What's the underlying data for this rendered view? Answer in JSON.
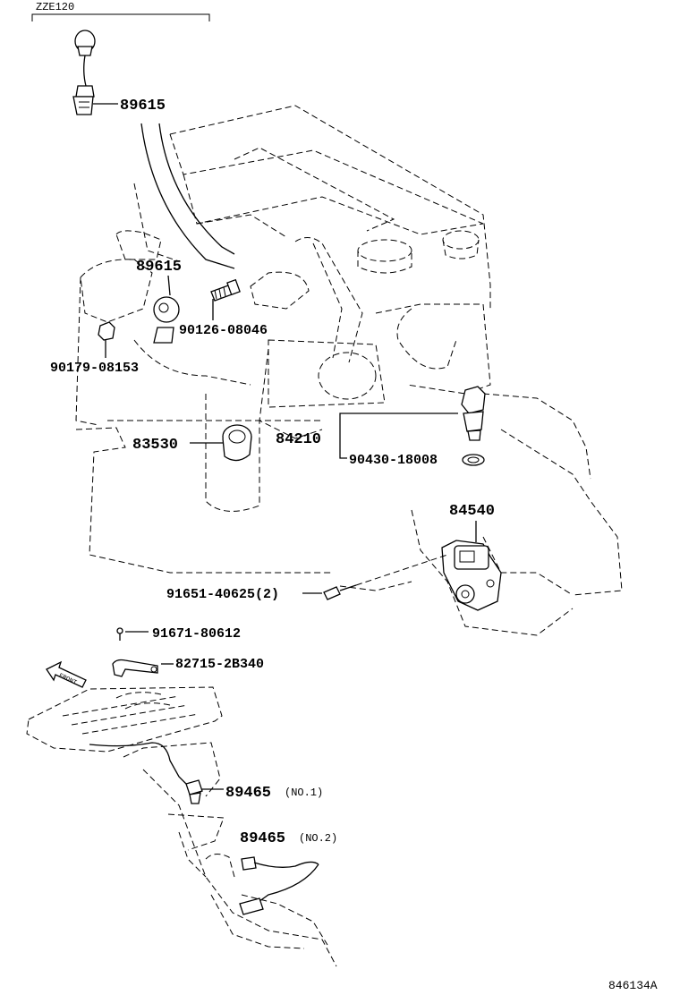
{
  "header": {
    "model_code": "ZZE120"
  },
  "figure_ref": "846134A",
  "parts": {
    "knock_sensor_top": {
      "number": "89615"
    },
    "knock_sensor_mid": {
      "number": "89615"
    },
    "bolt_90126": {
      "number": "90126-08046"
    },
    "nut_90179": {
      "number": "90179-08153"
    },
    "oil_pressure_switch": {
      "number": "83530"
    },
    "water_temp_sensor": {
      "number": "84210"
    },
    "gasket_90430": {
      "number": "90430-18008"
    },
    "neutral_start_switch": {
      "number": "84540"
    },
    "bolt_91651": {
      "number": "91651-40625",
      "qty": "(2)"
    },
    "bolt_91671": {
      "number": "91671-80612"
    },
    "bracket_82715": {
      "number": "82715-2B340"
    },
    "o2_sensor_no1": {
      "number": "89465",
      "note": "(NO.1)"
    },
    "o2_sensor_no2": {
      "number": "89465",
      "note": "(NO.2)"
    }
  },
  "front_arrow": {
    "label": "FRONT"
  }
}
